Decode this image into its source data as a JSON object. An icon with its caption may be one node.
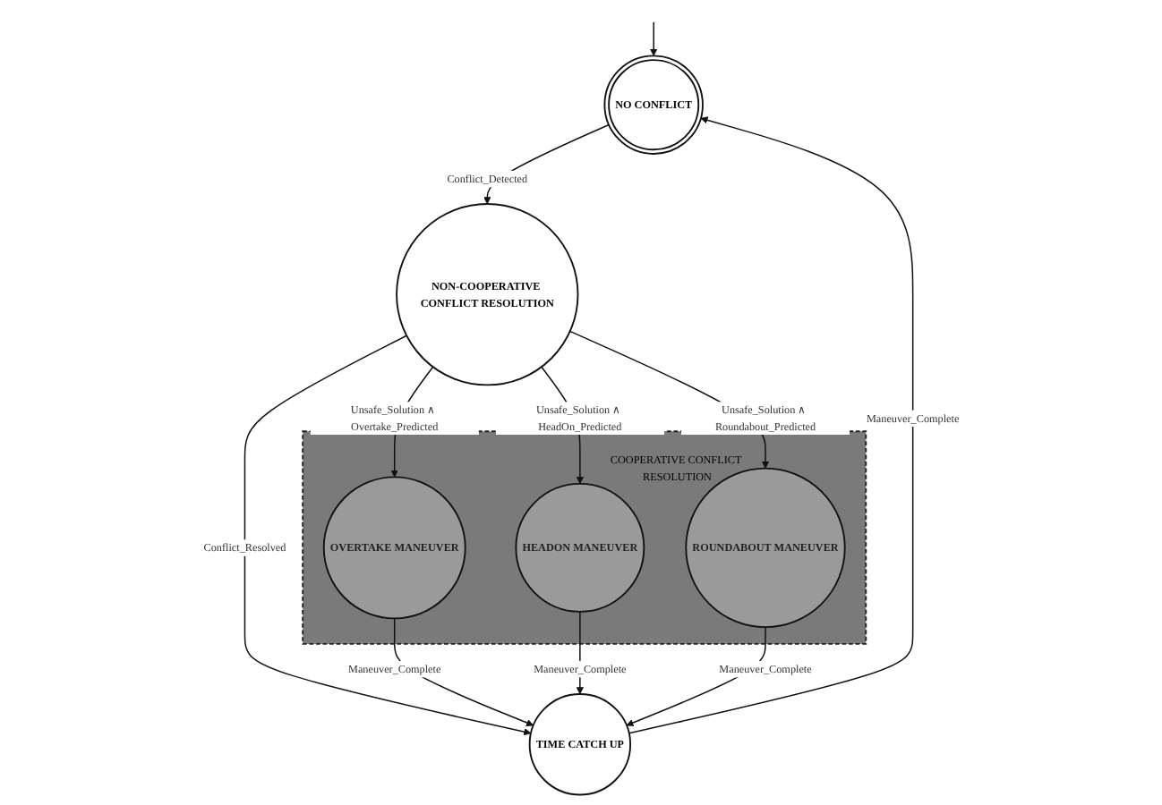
{
  "diagram": {
    "nodes": [
      {
        "text": [
          "NO CONFLICT"
        ]
      },
      {
        "text": [
          "NON-COOPERATIVE CONFLICT RESOLUTION"
        ]
      },
      {
        "text": [
          "COOPERATIVE CONFLICT RESOLUTION"
        ]
      },
      {
        "text": [
          "OVERTAKE MANEUVER"
        ],
        "in": 2
      },
      {
        "text": [
          "HEADON MANEUVER"
        ],
        "in": 2
      },
      {
        "text": [
          "ROUNDABOUT MANEUVER"
        ],
        "in": 2
      },
      {
        "text": [
          "TIME CATCH UP"
        ]
      }
    ],
    "edges": [
      {
        "from": null,
        "to": 0,
        "arrow": "to"
      },
      {
        "from": 0,
        "to": 1,
        "arrow": "to",
        "label": "Conflict_Detected"
      },
      {
        "from": 1,
        "to": 3,
        "arrow": "to",
        "label": "Unsafe_Solution ∧ Overtake_Predicted"
      },
      {
        "from": 1,
        "to": 4,
        "arrow": "to",
        "label": "Unsafe_Solution ∧ HeadOn_Predicted"
      },
      {
        "from": 1,
        "to": 5,
        "arrow": "to",
        "label": "Unsafe_Solution ∧ Roundabout_Predicted"
      },
      {
        "from": 1,
        "to": 6,
        "arrow": "to",
        "label": "Conflict_Resolved"
      },
      {
        "from": 3,
        "to": 6,
        "arrow": "to",
        "label": "Maneuver_Complete"
      },
      {
        "from": 4,
        "to": 6,
        "arrow": "to",
        "label": "Maneuver_Complete"
      },
      {
        "from": 5,
        "to": 6,
        "arrow": "to",
        "label": "Maneuver_Complete"
      },
      {
        "from": 6,
        "to": 0,
        "arrow": "to",
        "label": "Maneuver_Complete"
      }
    ]
  }
}
